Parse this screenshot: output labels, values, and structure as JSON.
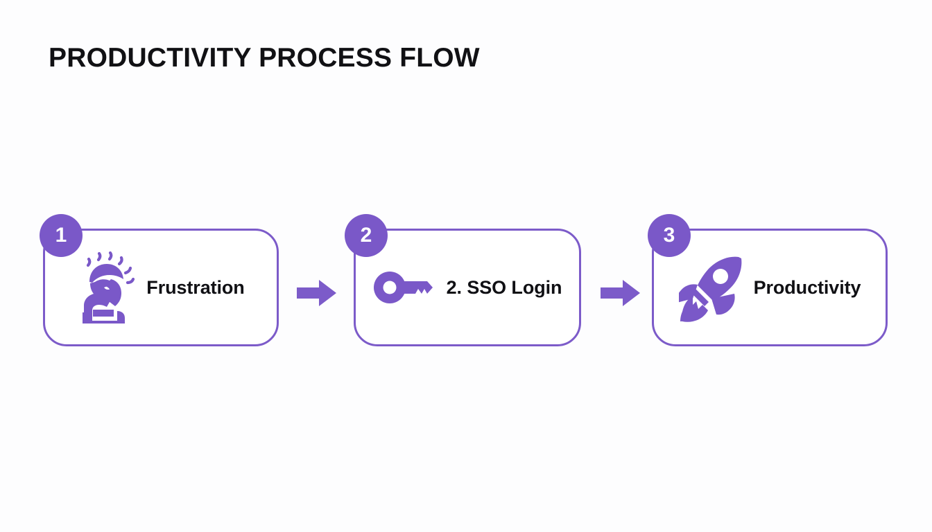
{
  "slide": {
    "title": "PRODUCTIVITY PROCESS FLOW",
    "background_color": "#fdfdfe",
    "accent_color": "#7c5bc9",
    "badge_color": "#7a58c8",
    "text_color": "#101014"
  },
  "flow": {
    "steps": [
      {
        "number": "1",
        "label": "Frustration",
        "icon": "frustrated-person-icon"
      },
      {
        "number": "2",
        "label": "2. SSO Login",
        "icon": "key-icon"
      },
      {
        "number": "3",
        "label": "Productivity",
        "icon": "rocket-icon"
      }
    ],
    "connectors": [
      {
        "icon": "arrow-right-icon"
      },
      {
        "icon": "arrow-right-icon"
      }
    ]
  }
}
